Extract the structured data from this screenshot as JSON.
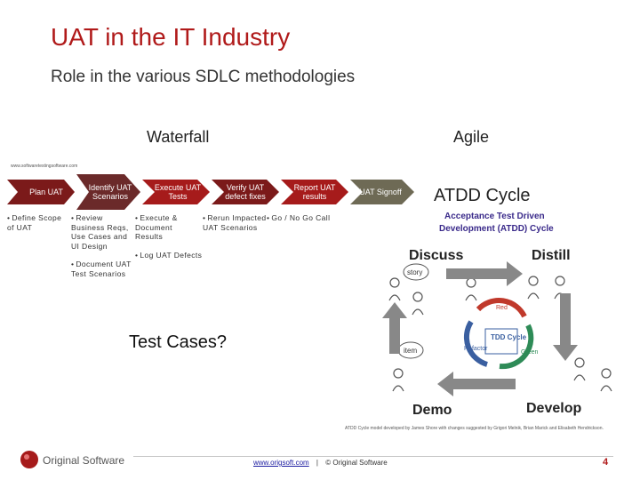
{
  "slide": {
    "title": "UAT in the IT Industry",
    "subtitle": "Role in the various SDLC methodologies"
  },
  "waterfall": {
    "heading": "Waterfall",
    "source_url": "www.softwaretestingsoftware.com",
    "steps": [
      {
        "label": "Plan UAT",
        "bullets": [
          "Define Scope of UAT"
        ]
      },
      {
        "label": "Identify UAT Scenarios",
        "bullets": [
          "Review Business Reqs, Use Cases and UI Design",
          "Document UAT Test Scenarios"
        ]
      },
      {
        "label": "Execute UAT Tests",
        "bullets": [
          "Execute & Document Results",
          "Log UAT Defects"
        ]
      },
      {
        "label": "Verify UAT defect fixes",
        "bullets": [
          "Rerun Impacted UAT Scenarios"
        ]
      },
      {
        "label": "Report UAT results",
        "bullets": [
          "Go / No Go Call"
        ]
      },
      {
        "label": "UAT Signoff",
        "bullets": []
      }
    ],
    "colors": {
      "dark": "#7b1a1a",
      "mid": "#6b2a2a",
      "olive": "#6e6a55",
      "red": "#a61b1b"
    }
  },
  "agile": {
    "heading": "Agile",
    "diagram": {
      "title": "ATDD Cycle",
      "subtitle_line1": "Acceptance Test Driven",
      "subtitle_line2": "Development (ATDD) Cycle",
      "quadrants": [
        "Discuss",
        "Distill",
        "Demo",
        "Develop"
      ],
      "bubbles": [
        "story",
        "item"
      ],
      "center_label": "TDD Cycle",
      "center_arrows": [
        "Red",
        "Green",
        "Refactor"
      ],
      "credit": "ATDD Cycle model developed by James Shore with changes suggested by Grigori Melnik, Brian Marick and Elisabeth Hendrickson."
    }
  },
  "question": "Test Cases?",
  "footer": {
    "logo_text": "Original Software",
    "link": "www.origsoft.com",
    "separator": "|",
    "copyright": "© Original Software",
    "page_number": "4"
  }
}
